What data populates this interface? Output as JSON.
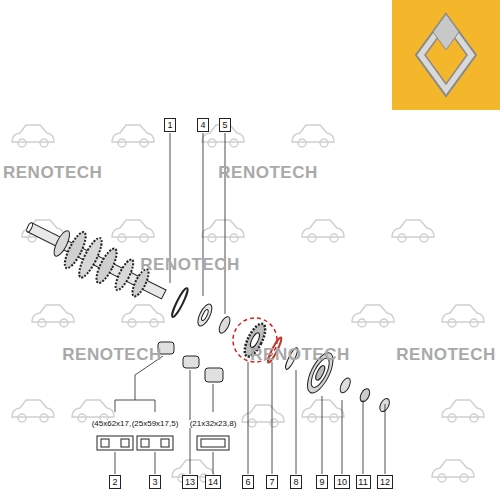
{
  "diagram": {
    "nodes": [
      {
        "text": [
          "1"
        ]
      },
      {
        "text": [
          "4"
        ]
      },
      {
        "text": [
          "5"
        ]
      },
      {
        "text": [
          "2"
        ]
      },
      {
        "text": [
          "3"
        ]
      },
      {
        "text": [
          "13"
        ]
      },
      {
        "text": [
          "14"
        ]
      },
      {
        "text": [
          "6"
        ]
      },
      {
        "text": [
          "7"
        ]
      },
      {
        "text": [
          "8"
        ]
      },
      {
        "text": [
          "9"
        ]
      },
      {
        "text": [
          "10"
        ]
      },
      {
        "text": [
          "11"
        ]
      },
      {
        "text": [
          "12"
        ]
      }
    ],
    "edges": [],
    "labels": [
      "(45x62x17,5)",
      "(25x59x17,5)",
      "(21x32x23,8)",
      "RENOTECH",
      "RENOTECH",
      "RENOTECH",
      "RENOTECH",
      "RENOTECH",
      "RENOTECH"
    ]
  }
}
